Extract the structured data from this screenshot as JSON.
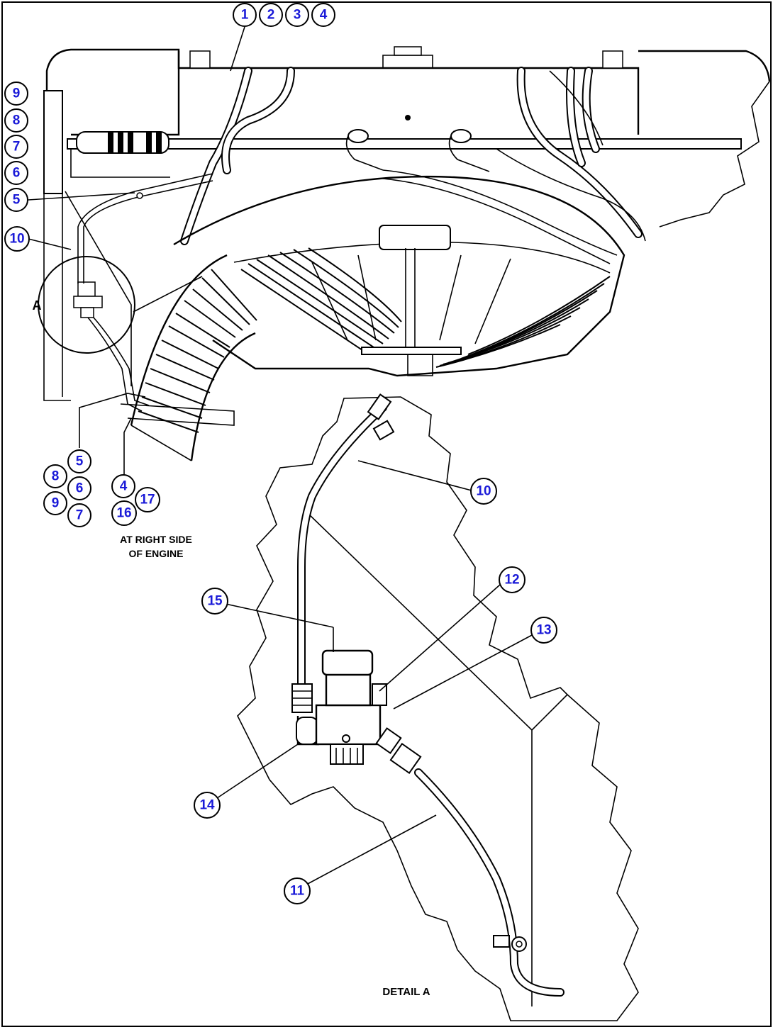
{
  "labels": {
    "detail_ref": "A",
    "location_line1": "AT RIGHT SIDE",
    "location_line2": "OF ENGINE",
    "detail_title": "DETAIL A"
  },
  "callouts": {
    "top": [
      "1",
      "2",
      "3",
      "4"
    ],
    "left_stack": [
      "9",
      "8",
      "7",
      "6",
      "5"
    ],
    "left_ten": "10",
    "lower_left": [
      "5",
      "8",
      "6",
      "9",
      "7"
    ],
    "lower_mid": [
      "4",
      "17",
      "16"
    ],
    "detail": [
      "10",
      "12",
      "13",
      "15",
      "14",
      "11"
    ]
  },
  "colors": {
    "callout_text": "#1a1ad8",
    "line": "#000000",
    "background": "#ffffff"
  }
}
